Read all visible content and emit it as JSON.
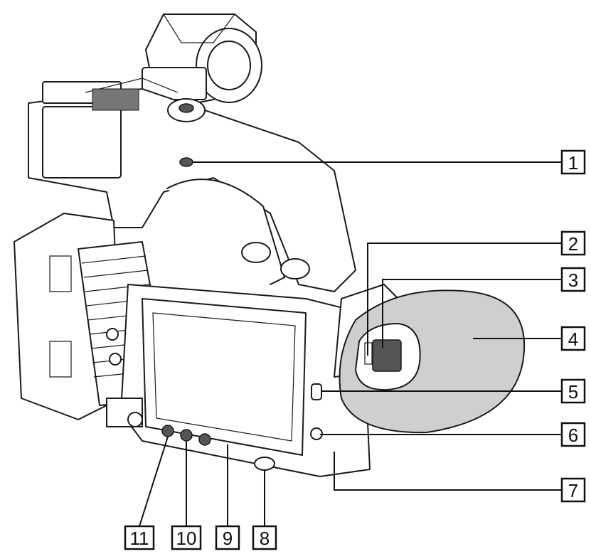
{
  "colors": {
    "ink": "#1a1a1a",
    "eyecup_fill": "#cfcfcf",
    "background": "#ffffff"
  },
  "callouts": [
    {
      "id": "c1",
      "label": "1"
    },
    {
      "id": "c2",
      "label": "2"
    },
    {
      "id": "c3",
      "label": "3"
    },
    {
      "id": "c4",
      "label": "4"
    },
    {
      "id": "c5",
      "label": "5"
    },
    {
      "id": "c6",
      "label": "6"
    },
    {
      "id": "c7",
      "label": "7"
    },
    {
      "id": "c8",
      "label": "8"
    },
    {
      "id": "c9",
      "label": "9"
    },
    {
      "id": "c10",
      "label": "10"
    },
    {
      "id": "c11",
      "label": "11"
    }
  ]
}
